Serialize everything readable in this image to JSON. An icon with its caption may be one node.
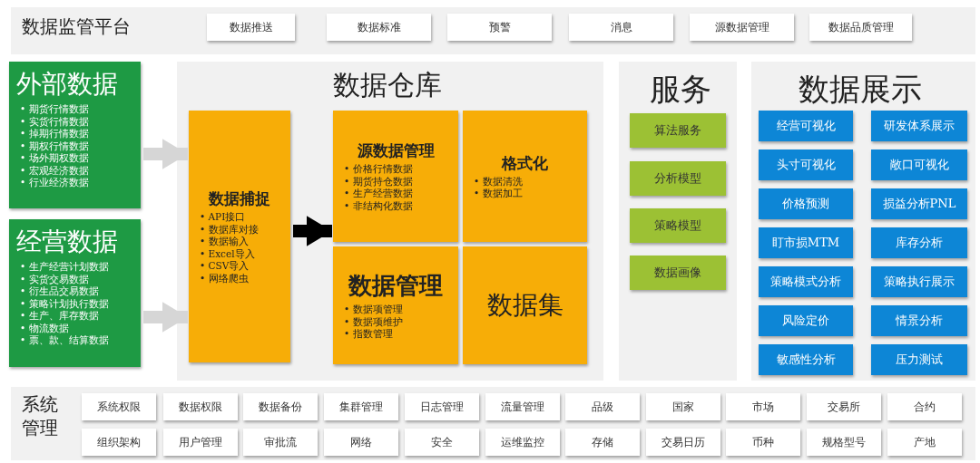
{
  "diagram": {
    "nodes": [
      {
        "text": [
          "数据监管平台"
        ]
      },
      {
        "text": [
          "数据推送"
        ],
        "in": 0
      },
      {
        "text": [
          "数据标准"
        ],
        "in": 0
      },
      {
        "text": [
          "预警"
        ],
        "in": 0
      },
      {
        "text": [
          "消息"
        ],
        "in": 0
      },
      {
        "text": [
          "源数据管理"
        ],
        "in": 0
      },
      {
        "text": [
          "数据品质管理"
        ],
        "in": 0
      },
      {
        "text": [
          "外部数据",
          "• 期货行情数据",
          "• 实货行情数据",
          "• 掉期行情数据",
          "• 期权行情数据",
          "• 场外期权数据",
          "• 宏观经济数据",
          "• 行业经济数据"
        ]
      },
      {
        "text": [
          "经营数据",
          "• 生产经营计划数据",
          "• 实货交易数据",
          "• 衍生品交易数据",
          "• 策略计划执行数据",
          "• 生产、库存数据",
          "• 物流数据",
          "• 票、款、结算数据"
        ]
      },
      {
        "text": [
          "数据仓库"
        ]
      },
      {
        "text": [
          "数据捕捉",
          "• API接口",
          "• 数据库对接",
          "• 数据输入",
          "• Excel导入",
          "• CSV导入",
          "• 网络爬虫"
        ],
        "in": 9
      },
      {
        "text": [
          "源数据管理",
          "• 价格行情数据",
          "• 期货持仓数据",
          "• 生产经营数据",
          "• 非结构化数据"
        ],
        "in": 9
      },
      {
        "text": [
          "格式化",
          "• 数据清洗",
          "• 数据加工"
        ],
        "in": 9
      },
      {
        "text": [
          "数据管理",
          "• 数据项管理",
          "• 数据项维护",
          "• 指数管理"
        ],
        "in": 9
      },
      {
        "text": [
          "数据集"
        ],
        "in": 9
      },
      {
        "text": [
          "服务"
        ]
      },
      {
        "text": [
          "算法服务"
        ],
        "in": 15
      },
      {
        "text": [
          "分析模型"
        ],
        "in": 15
      },
      {
        "text": [
          "策略模型"
        ],
        "in": 15
      },
      {
        "text": [
          "数据画像"
        ],
        "in": 15
      },
      {
        "text": [
          "数据展示"
        ]
      },
      {
        "text": [
          "经营可视化"
        ],
        "in": 20
      },
      {
        "text": [
          "研发体系展示"
        ],
        "in": 20
      },
      {
        "text": [
          "头寸可视化"
        ],
        "in": 20
      },
      {
        "text": [
          "敞口可视化"
        ],
        "in": 20
      },
      {
        "text": [
          "价格预测"
        ],
        "in": 20
      },
      {
        "text": [
          "损益分析PNL"
        ],
        "in": 20
      },
      {
        "text": [
          "盯市损MTM"
        ],
        "in": 20
      },
      {
        "text": [
          "库存分析"
        ],
        "in": 20
      },
      {
        "text": [
          "策略模式分析"
        ],
        "in": 20
      },
      {
        "text": [
          "策略执行展示"
        ],
        "in": 20
      },
      {
        "text": [
          "风险定价"
        ],
        "in": 20
      },
      {
        "text": [
          "情景分析"
        ],
        "in": 20
      },
      {
        "text": [
          "敏感性分析"
        ],
        "in": 20
      },
      {
        "text": [
          "压力测试"
        ],
        "in": 20
      },
      {
        "text": [
          "系统管理"
        ]
      },
      {
        "text": [
          "系统权限"
        ],
        "in": 35
      },
      {
        "text": [
          "数据权限"
        ],
        "in": 35
      },
      {
        "text": [
          "数据备份"
        ],
        "in": 35
      },
      {
        "text": [
          "集群管理"
        ],
        "in": 35
      },
      {
        "text": [
          "日志管理"
        ],
        "in": 35
      },
      {
        "text": [
          "流量管理"
        ],
        "in": 35
      },
      {
        "text": [
          "品级"
        ],
        "in": 35
      },
      {
        "text": [
          "国家"
        ],
        "in": 35
      },
      {
        "text": [
          "市场"
        ],
        "in": 35
      },
      {
        "text": [
          "交易所"
        ],
        "in": 35
      },
      {
        "text": [
          "合约"
        ],
        "in": 35
      },
      {
        "text": [
          "组织架构"
        ],
        "in": 35
      },
      {
        "text": [
          "用户管理"
        ],
        "in": 35
      },
      {
        "text": [
          "审批流"
        ],
        "in": 35
      },
      {
        "text": [
          "网络"
        ],
        "in": 35
      },
      {
        "text": [
          "安全"
        ],
        "in": 35
      },
      {
        "text": [
          "运维监控"
        ],
        "in": 35
      },
      {
        "text": [
          "存储"
        ],
        "in": 35
      },
      {
        "text": [
          "交易日历"
        ],
        "in": 35
      },
      {
        "text": [
          "币种"
        ],
        "in": 35
      },
      {
        "text": [
          "规格型号"
        ],
        "in": 35
      },
      {
        "text": [
          "产地"
        ],
        "in": 35
      }
    ],
    "edges": [
      {
        "from": 7,
        "to": 10,
        "arrow": "to"
      },
      {
        "from": 8,
        "to": 10,
        "arrow": "to"
      },
      {
        "from": 10,
        "to": 11,
        "arrow": "to",
        "color": "#000000"
      }
    ]
  }
}
